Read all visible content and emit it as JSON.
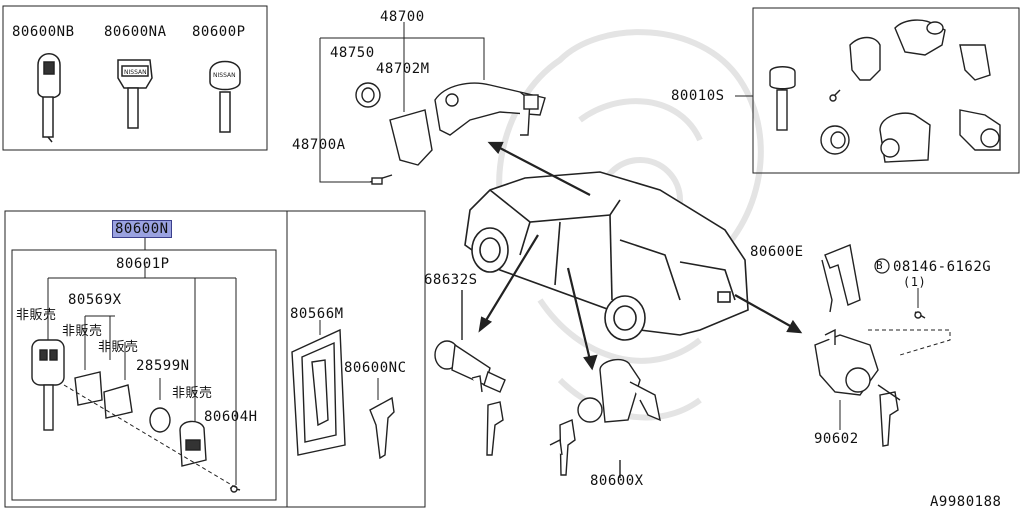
{
  "labels": {
    "p80600NB": "80600NB",
    "p80600NA": "80600NA",
    "p80600P": "80600P",
    "p48700": "48700",
    "p48750": "48750",
    "p48702M": "48702M",
    "p48700A": "48700A",
    "p80010S": "80010S",
    "p80600N": "80600N",
    "p80601P": "80601P",
    "p80569X": "80569X",
    "p28599N": "28599N",
    "p80604H": "80604H",
    "p80566M": "80566M",
    "p80600NC": "80600NC",
    "p68632S": "68632S",
    "p80600E": "80600E",
    "p08146": "08146-6162G",
    "p08146_qty": "(1)",
    "p08146_prefix": "B",
    "p90602": "90602",
    "p80600X": "80600X",
    "not_for_sale": "非販売",
    "diagram_id": "A9980188"
  },
  "key_brand_text": "NISSAN",
  "colors": {
    "highlight_fill": "#9aa2e0",
    "highlight_border": "#3b3f8c",
    "line": "#222222",
    "watermark": "#e6e6e6"
  }
}
